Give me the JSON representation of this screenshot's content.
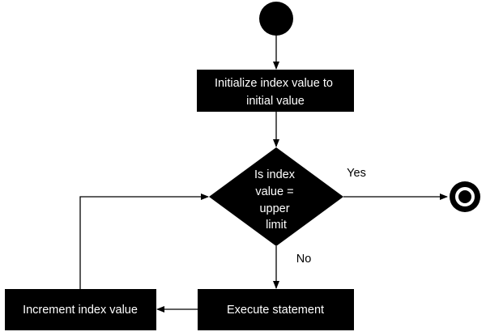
{
  "diagram": {
    "nodes": {
      "initialize": {
        "lines": [
          "Initialize index value to",
          "initial value"
        ]
      },
      "decision": {
        "lines": [
          "Is index",
          "value =",
          "upper",
          "limit"
        ]
      },
      "execute": {
        "lines": [
          "Execute statement"
        ]
      },
      "increment": {
        "lines": [
          "Increment index value"
        ]
      }
    },
    "edges": {
      "yes_label": "Yes",
      "no_label": "No"
    }
  },
  "colors": {
    "node_fill": "#000000",
    "node_text": "#ffffff",
    "line": "#000000",
    "background": "#ffffff"
  }
}
